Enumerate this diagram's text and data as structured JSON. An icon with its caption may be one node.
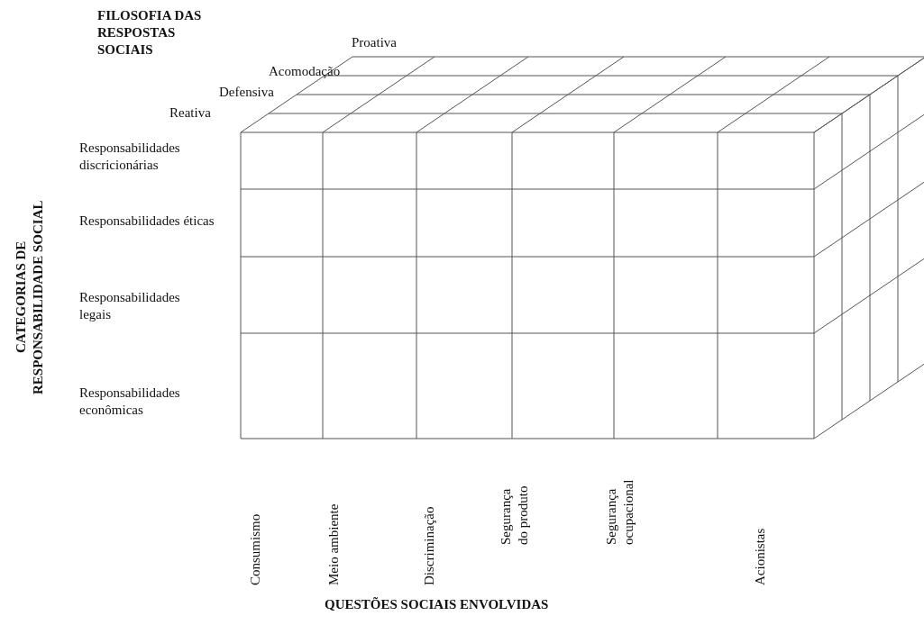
{
  "diagram": {
    "labels": [
      "FILOSOFIA DAS RESPOSTAS SOCIAIS",
      "Proativa",
      "Acomodação",
      "Defensiva",
      "Reativa",
      "CATEGORIAS DE RESPONSABILIDADE SOCIAL",
      "Responsabilidades discricionárias",
      "Responsabilidades éticas",
      "Responsabilidades legais",
      "Responsabilidades econômicas",
      "Consumismo",
      "Meio ambiente",
      "Discriminação",
      "Segurança do produto",
      "Segurança ocupacional",
      "Acionistas",
      "QUESTÕES SOCIAIS ENVOLVIDAS"
    ]
  }
}
